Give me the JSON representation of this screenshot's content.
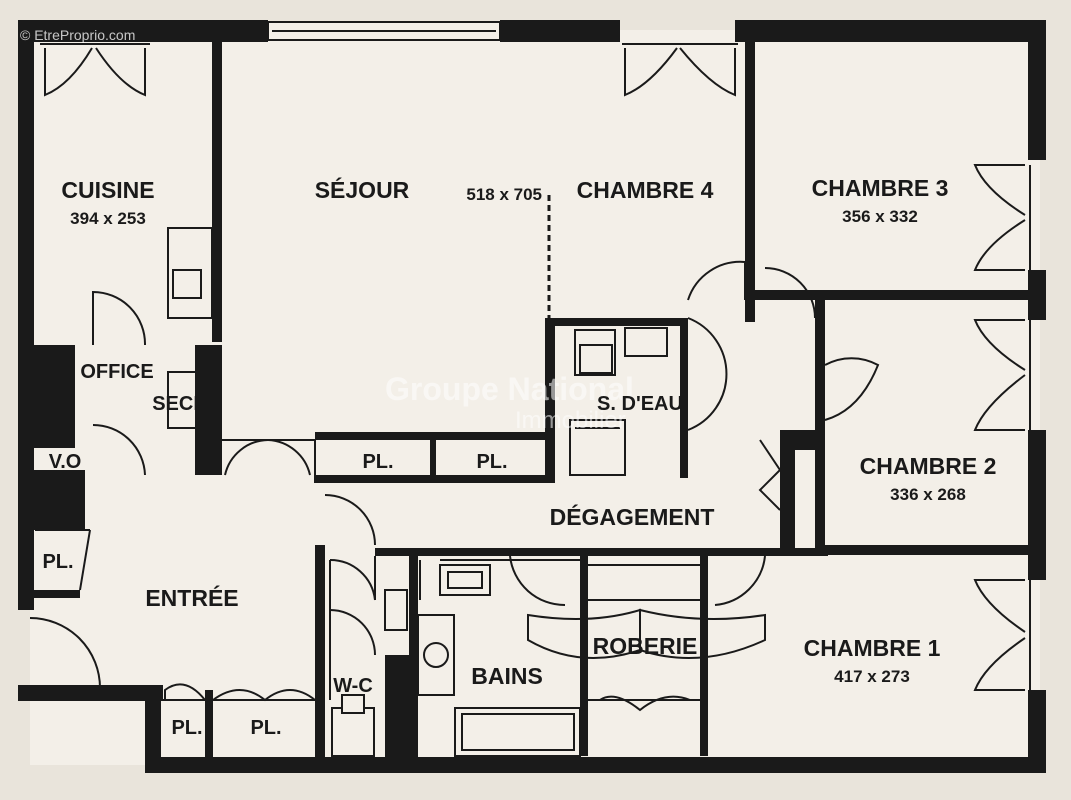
{
  "credit": "© EtreProprio.com",
  "watermark": {
    "line1": "Groupe National",
    "line2": "Immobilier"
  },
  "rooms": {
    "cuisine": {
      "name": "CUISINE",
      "dims": "394 x 253"
    },
    "sejour": {
      "name": "SÉJOUR",
      "dims": "518 x 705"
    },
    "chambre4": {
      "name": "CHAMBRE 4"
    },
    "chambre3": {
      "name": "CHAMBRE 3",
      "dims": "356 x 332"
    },
    "office": {
      "name": "OFFICE"
    },
    "sech": {
      "name": "SECH"
    },
    "sdeau": {
      "name": "S. D'EAU"
    },
    "chambre2": {
      "name": "CHAMBRE 2",
      "dims": "336 x 268"
    },
    "vo": {
      "name": "V.O"
    },
    "pl_sejour_1": {
      "name": "PL."
    },
    "pl_sejour_2": {
      "name": "PL."
    },
    "degagement": {
      "name": "DÉGAGEMENT"
    },
    "pl_entree": {
      "name": "PL."
    },
    "entree": {
      "name": "ENTRÉE"
    },
    "roberie": {
      "name": "ROBERIE"
    },
    "chambre1": {
      "name": "CHAMBRE 1",
      "dims": "417 x 273"
    },
    "bains": {
      "name": "BAINS"
    },
    "wc": {
      "name": "W-C"
    },
    "pl_bottom_1": {
      "name": "PL."
    },
    "pl_bottom_2": {
      "name": "PL."
    }
  }
}
